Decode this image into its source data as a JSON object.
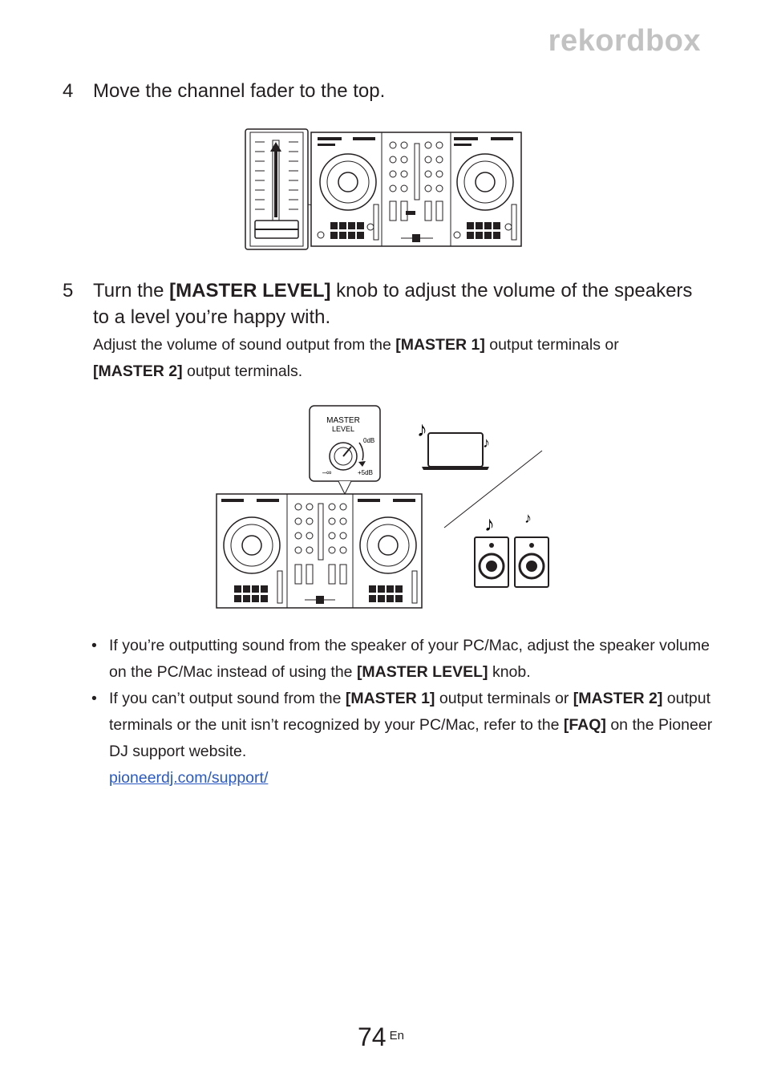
{
  "header": {
    "brand": "rekordbox"
  },
  "step4": {
    "number": "4",
    "text": "Move the channel fader to the top."
  },
  "step5": {
    "number": "5",
    "text_a": "Turn the ",
    "text_b": "[MASTER LEVEL]",
    "text_c": " knob to adjust the volume of the speakers to a level you’re happy with.",
    "sub_a": "Adjust the volume of sound output from the ",
    "sub_b": "[MASTER 1]",
    "sub_c": " output terminals or ",
    "sub_d": "[MASTER 2]",
    "sub_e": " output terminals."
  },
  "knob_callout": {
    "label1": "MASTER",
    "label2": "LEVEL",
    "min": "–∞",
    "mid": "0dB",
    "max": "+5dB"
  },
  "bullets": {
    "b1_a": "If you’re outputting sound from the speaker of your PC/Mac, adjust the speaker volume on the PC/Mac instead of using the ",
    "b1_b": "[MASTER LEVEL]",
    "b1_c": " knob.",
    "b2_a": "If you can’t output sound from the ",
    "b2_b": "[MASTER 1]",
    "b2_c": " output terminals or ",
    "b2_d": "[MASTER 2]",
    "b2_e": " output terminals or the unit isn’t recognized by your PC/Mac, refer to the ",
    "b2_f": "[FAQ]",
    "b2_g": " on the Pioneer DJ support website.",
    "link": "pioneerdj.com/support/"
  },
  "footer": {
    "page": "74",
    "lang": "En"
  }
}
